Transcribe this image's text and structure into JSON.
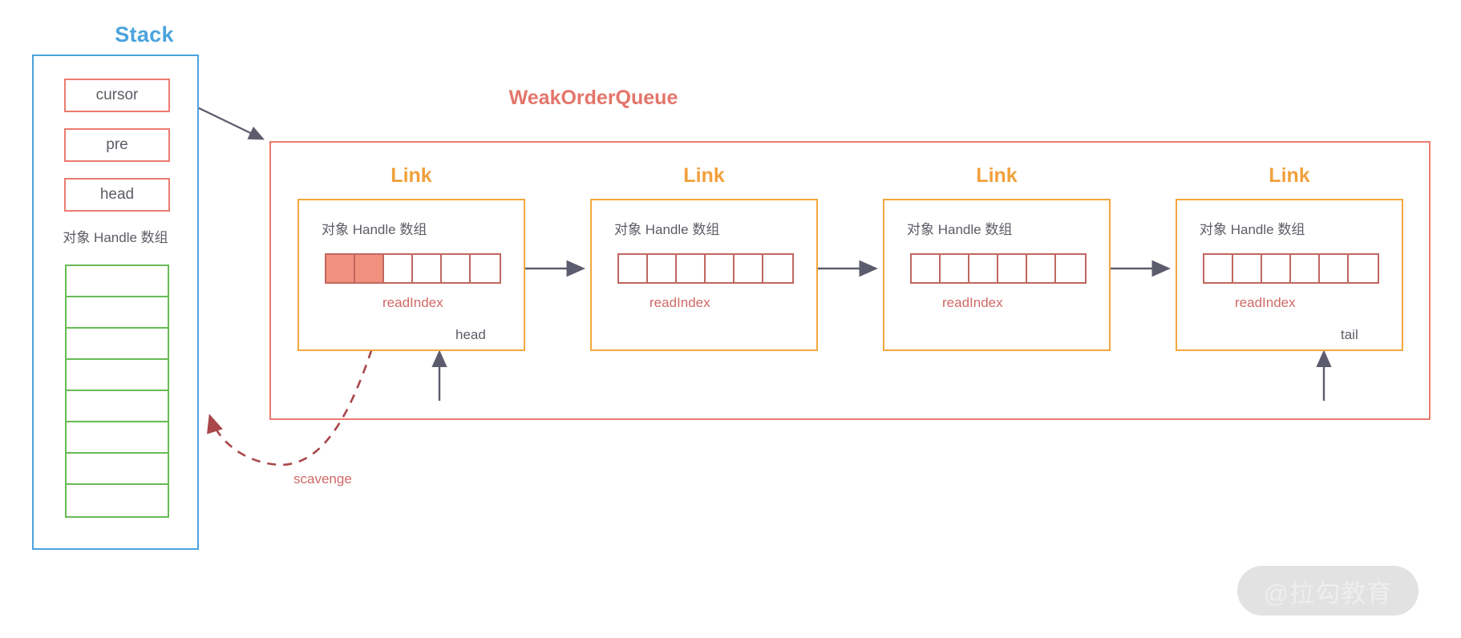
{
  "stack": {
    "title": "Stack",
    "fields": [
      {
        "label": "cursor"
      },
      {
        "label": "pre"
      },
      {
        "label": "head"
      }
    ],
    "array_label": "对象 Handle 数组",
    "array_cell_count": 8,
    "border_color": "#4ba3dd",
    "field_border_color": "#ec7b6e",
    "array_border_color": "#67bb55"
  },
  "weak_order_queue": {
    "title": "WeakOrderQueue",
    "border_color": "#ec7b6e",
    "title_color": "#e4756a",
    "links": [
      {
        "title": "Link",
        "array_label": "对象 Handle 数组",
        "cells": [
          "filled",
          "filled",
          "empty",
          "empty",
          "empty",
          "empty"
        ],
        "read_index_label": "readIndex",
        "read_index_cell": 3
      },
      {
        "title": "Link",
        "array_label": "对象 Handle 数组",
        "cells": [
          "empty",
          "empty",
          "empty",
          "empty",
          "empty",
          "empty"
        ],
        "read_index_label": "readIndex",
        "read_index_cell": 1
      },
      {
        "title": "Link",
        "array_label": "对象 Handle 数组",
        "cells": [
          "empty",
          "empty",
          "empty",
          "empty",
          "empty",
          "empty"
        ],
        "read_index_label": "readIndex",
        "read_index_cell": 1
      },
      {
        "title": "Link",
        "array_label": "对象 Handle 数组",
        "cells": [
          "empty",
          "empty",
          "empty",
          "empty",
          "empty",
          "empty"
        ],
        "read_index_label": "readIndex",
        "read_index_cell": 1
      }
    ],
    "link_title_color": "#f0a13c",
    "link_border_color": "#f2a83e",
    "handle_cell_border_color": "#c0675f",
    "handle_cell_fill_color": "#f2907f"
  },
  "annotations": {
    "head": "head",
    "tail": "tail",
    "scavenge": "scavenge",
    "arrow_color": "#5c5c6e",
    "scavenge_color": "#b04a4a"
  },
  "watermark": {
    "text": "@拉勾教育"
  }
}
